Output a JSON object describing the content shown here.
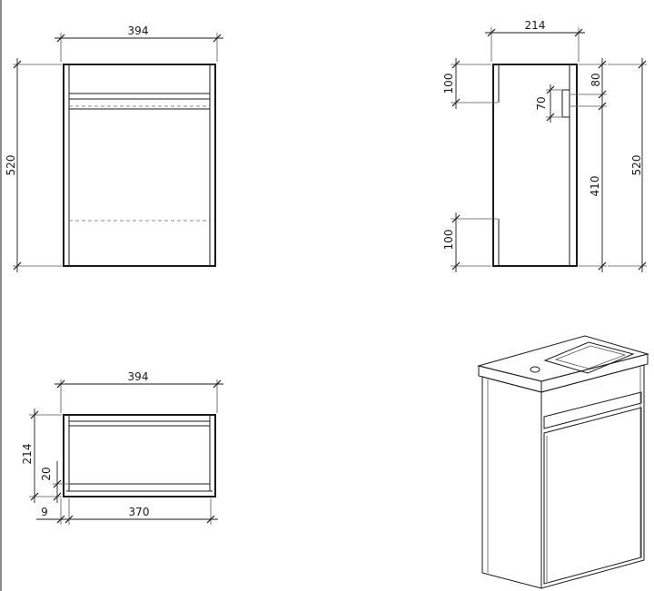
{
  "front_view": {
    "width": "394",
    "height": "520"
  },
  "side_view": {
    "depth": "214",
    "top_offset": "100",
    "bottom_offset": "100",
    "small_80": "80",
    "small_70": "70",
    "inner_height": "410",
    "height": "520"
  },
  "top_view": {
    "width": "394",
    "depth": "214",
    "inner_20": "20",
    "gap_9": "9",
    "inner_width": "370"
  }
}
